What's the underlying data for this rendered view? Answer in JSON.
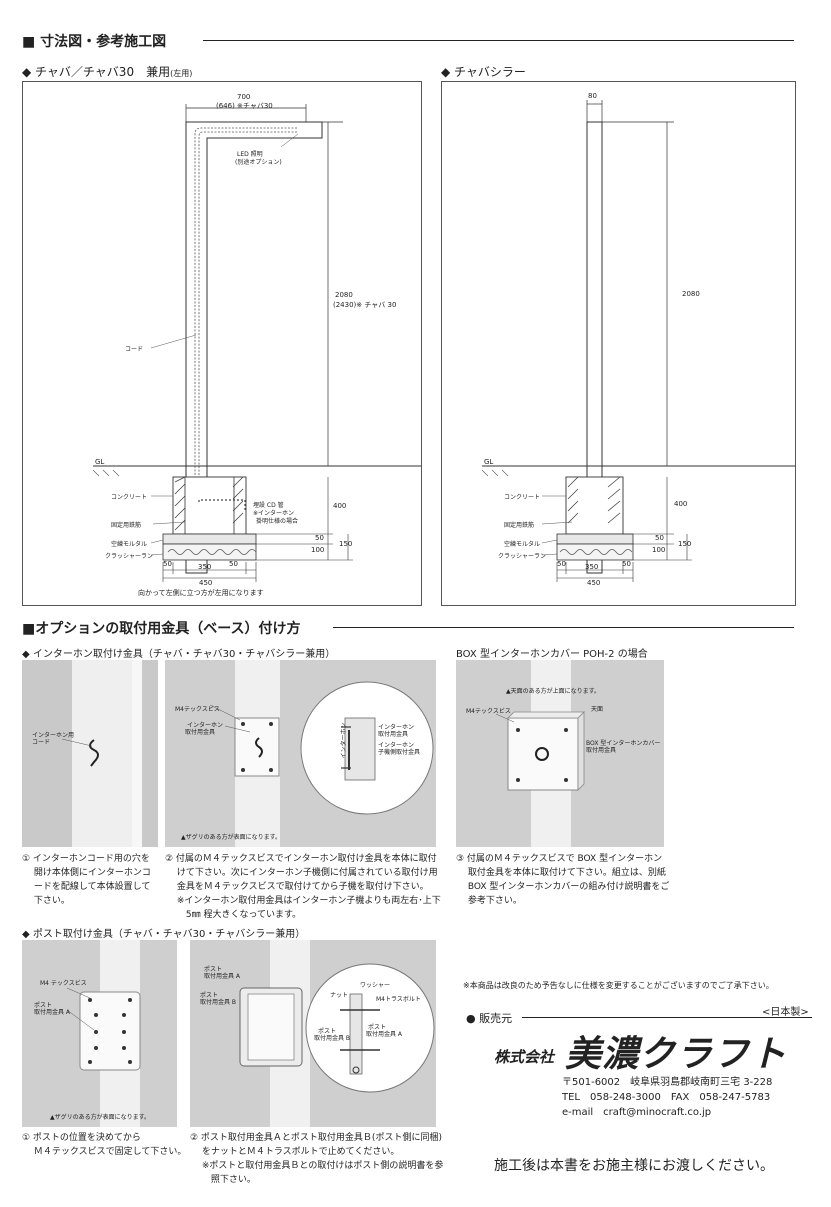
{
  "section1": {
    "title": "■ 寸法図・参考施工図",
    "left_panel": {
      "heading": "◆ チャバ／チャバ30　兼用",
      "heading_note": "(左用)",
      "dim_top": "700",
      "dim_top_note": "(646) ※チャバ30",
      "led_label": "LED 照明",
      "led_note": "(別途オプション)",
      "height_dim": "2080",
      "height_note": "(2430)※ チャバ 30",
      "cord_label": "コード",
      "gl_label": "GL",
      "concrete_label": "コンクリート",
      "rebar_label": "固定用鉄筋",
      "mortar_label": "空練モルタル",
      "crusher_label": "クラッシャーラン",
      "cd_label": "埋設 CD 管",
      "cd_note1": "※インターホン",
      "cd_note2": "掛明仕様の場合",
      "dim_400": "400",
      "dim_50": "50",
      "dim_100": "100",
      "dim_150": "150",
      "dim_b1": "50",
      "dim_b2": "350",
      "dim_b3": "50",
      "dim_450": "450",
      "bottom_note": "向かって左側に立つ方が左用になります"
    },
    "right_panel": {
      "heading": "◆ チャバシラー",
      "dim_top": "80",
      "height_dim": "2080",
      "gl_label": "GL",
      "concrete_label": "コンクリート",
      "rebar_label": "固定用鉄筋",
      "mortar_label": "空練モルタル",
      "crusher_label": "クラッシャーラン",
      "dim_400": "400",
      "dim_50": "50",
      "dim_100": "100",
      "dim_150": "150",
      "dim_b1": "50",
      "dim_b2": "350",
      "dim_b3": "50",
      "dim_450": "450"
    }
  },
  "section2": {
    "title": "■オプションの取付用金具（ベース）付け方",
    "intercom": {
      "heading": "◆ インターホン取付け金具（チャバ・チャバ30・チャバシラー兼用）",
      "photo1_label1": "インターホン用",
      "photo1_label2": "コード",
      "photo2_screw": "M4テックスビス",
      "photo2_bracket1": "インターホン",
      "photo2_bracket2": "取付用金具",
      "photo2_note": "ザグリのある方が表面になります。",
      "zoom_label1": "インターホン",
      "zoom_label2": "取付用金具",
      "zoom_label3": "インターホン",
      "zoom_label4": "子機側取付金具",
      "zoom_side": "インターホン",
      "caption1_lines": [
        "① インターホンコード用の穴を",
        "　 開け本体側にインターホンコ",
        "　 ードを配線して本体設置して",
        "　 下さい。"
      ],
      "caption2_lines": [
        "② 付属のＭ４テックスビスでインターホン取付け金具を本体に取付",
        "　 けて下さい。次にインターホン子機側に付属されている取付け用",
        "　 金具をＭ４テックスビスで取付けてから子機を取付け下さい。",
        "　 ※インターホン取付用金具はインターホン子機よりも両左右･上下",
        "　 　5㎜ 程大きくなっています。"
      ]
    },
    "box": {
      "heading": "BOX 型インターホンカバー POH-2 の場合",
      "top_note": "天面のある方が上面になります。",
      "screw": "M4テックスビス",
      "top_label": "天面",
      "cover_label1": "BOX 型インターホンカバー",
      "cover_label2": "取付用金具",
      "caption_lines": [
        "③ 付属のＭ４テックスビスで BOX 型インターホン",
        "　 取付金具を本体に取付けて下さい。組立は、別紙",
        "　 BOX 型インターホンカバーの組み付け説明書をご",
        "　 参考下さい。"
      ]
    },
    "post": {
      "heading": "◆ ポスト取付け金具（チャバ・チャバ30・チャバシラー兼用）",
      "photo1_screw": "M4 テックスビス",
      "photo1_label1": "ポスト",
      "photo1_label2": "取付用金具 A",
      "photo1_note": "ザグリのある方が表面になります。",
      "photo2_labelA1": "ポスト",
      "photo2_labelA2": "取付用金具 A",
      "photo2_labelB1": "ポスト",
      "photo2_labelB2": "取付用金具 B",
      "zoom_nut": "ナット",
      "zoom_washer": "ワッシャー",
      "zoom_bolt": "M4トラスボルト",
      "zoom_postB1": "ポスト",
      "zoom_postB2": "取付用金具 B",
      "zoom_postA1": "ポスト",
      "zoom_postA2": "取付用金具 A",
      "caption1_lines": [
        "① ポストの位置を決めてから",
        "　 Ｍ４テックスビスで固定して下さい。"
      ],
      "caption2_lines": [
        "② ポスト取付用金具Ａとポスト取付用金具Ｂ(ポスト側に同梱)",
        "　 をナットとＭ４トラスボルトで止めてください。",
        "　 ※ポストと取付用金具Ｂとの取付けはポスト側の説明書を参",
        "　 　照下さい。"
      ]
    }
  },
  "footer": {
    "spec_note": "※本商品は改良のため予告なしに仕様を変更することがございますのでご了承下さい。",
    "made_in": "<日本製>",
    "seller_label": "● 販売元",
    "company_prefix": "株式会社",
    "company_name": "美濃クラフト",
    "address": "〒501-6002　岐阜県羽島郡岐南町三宅 3-228",
    "tel": "TEL　058-248-3000　FAX　058-247-5783",
    "email": "e-mail　craft@minocraft.co.jp",
    "handover": "施工後は本書をお施主様にお渡しください。"
  },
  "colors": {
    "text": "#222222",
    "photo_bg": "#d8d8d8",
    "post_face": "#eaeaea",
    "line": "#444444"
  }
}
